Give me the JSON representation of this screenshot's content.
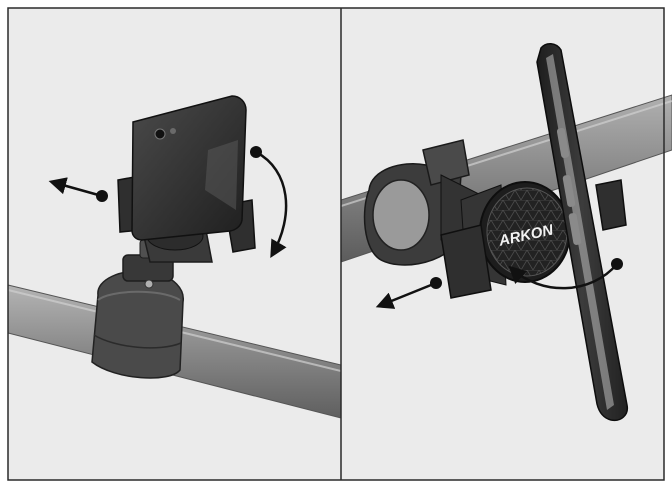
{
  "figure": {
    "panels": [
      {
        "subject": "bike-mount-rotation"
      },
      {
        "subject": "magnetic-mount-rotation"
      }
    ],
    "brand_logo": "ARKON",
    "colors": {
      "background": "#ffffff",
      "panel_bg": "#ebebeb",
      "frame": "#2a2a2a",
      "bar": "#8f8f8f",
      "mount": "#3e3e3e",
      "phone": "#2f2f2f",
      "arrow": "#111111"
    }
  }
}
